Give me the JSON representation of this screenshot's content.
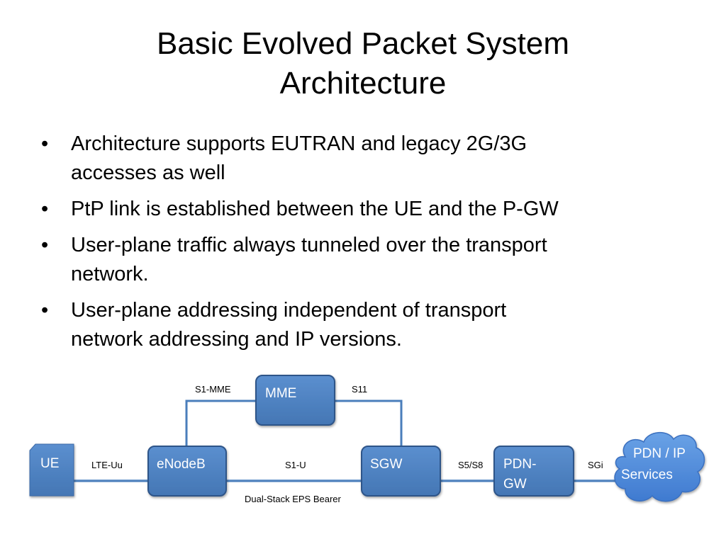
{
  "title": {
    "line1": "Basic Evolved Packet System",
    "line2": "Architecture"
  },
  "bullets": [
    {
      "line1": "Architecture supports EUTRAN and legacy 2G/3G",
      "line2": "accesses as well"
    },
    {
      "line1": "PtP link is established between the UE and the P-GW",
      "line2": ""
    },
    {
      "line1": "User-plane traffic always tunneled over the transport",
      "line2": "network."
    },
    {
      "line1": "User-plane addressing independent of transport",
      "line2": "network addressing and IP versions."
    }
  ],
  "bullet_glyph": "•",
  "diagram": {
    "nodes": {
      "ue": "UE",
      "enodeb": "eNodeB",
      "mme": "MME",
      "sgw": "SGW",
      "pgw_line1": "PDN-",
      "pgw_line2": "GW",
      "pdn_line1": "PDN / IP",
      "pdn_line2": "Services"
    },
    "interfaces": {
      "lte_uu": "LTE-Uu",
      "s1_mme": "S1-MME",
      "s11": "S11",
      "s1_u": "S1-U",
      "s5_s8": "S5/S8",
      "sgi": "SGi"
    },
    "bearer_label": "Dual-Stack EPS Bearer",
    "colors": {
      "node_fill": "#4a7ebb",
      "node_border": "#2f5489",
      "link": "#4a7ebb"
    }
  }
}
